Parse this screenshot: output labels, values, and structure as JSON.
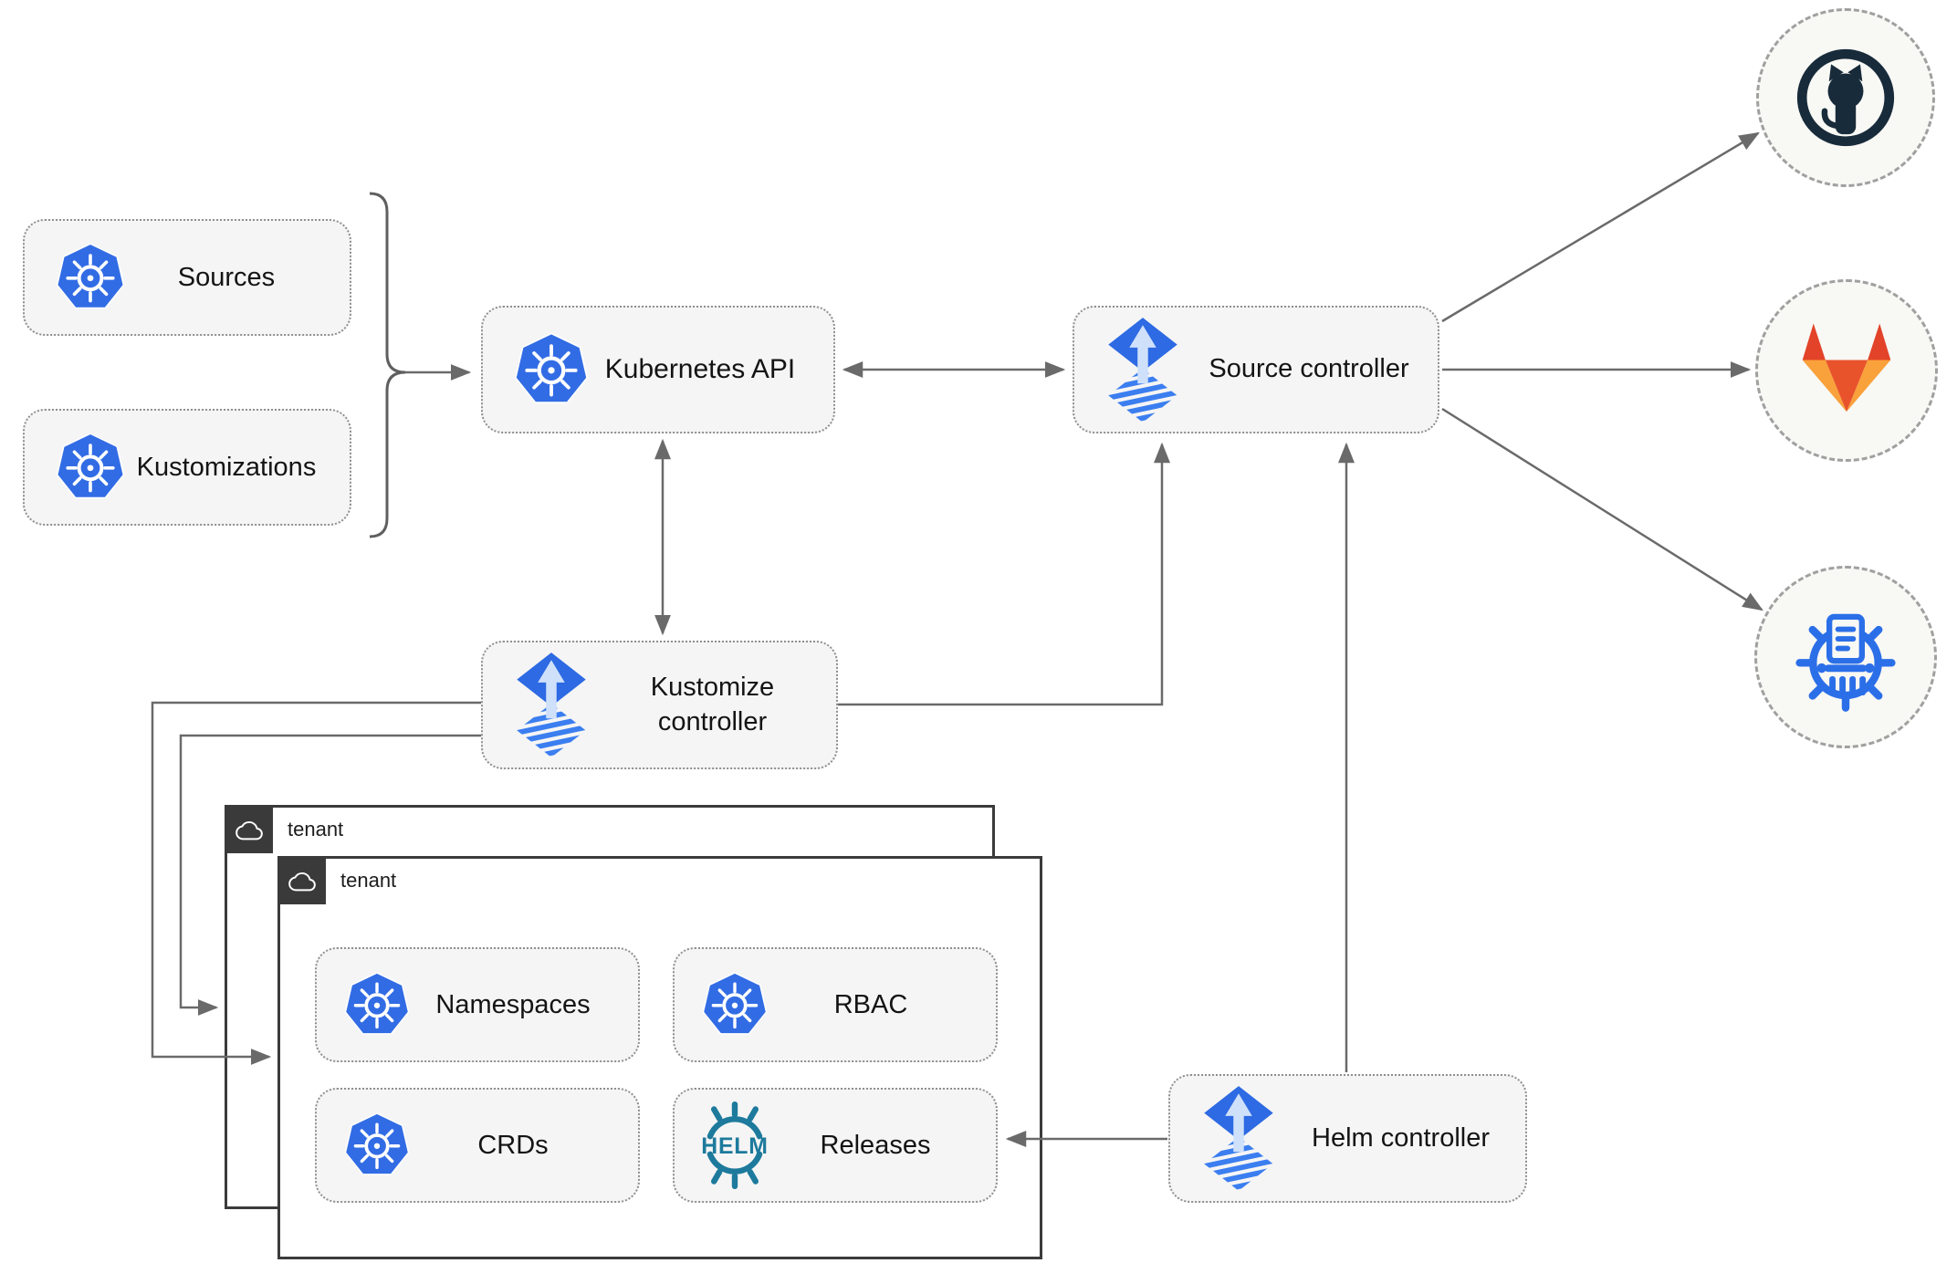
{
  "nodes": {
    "sources": {
      "label": "Sources",
      "icon": "kubernetes-icon"
    },
    "kustomizations": {
      "label": "Kustomizations",
      "icon": "kubernetes-icon"
    },
    "kubernetes_api": {
      "label": "Kubernetes API",
      "icon": "kubernetes-icon"
    },
    "source_controller": {
      "label": "Source controller",
      "icon": "flux-icon"
    },
    "kustomize_controller": {
      "label": "Kustomize controller",
      "icon": "flux-icon"
    },
    "helm_controller": {
      "label": "Helm controller",
      "icon": "flux-icon"
    },
    "github": {
      "icon": "github-icon"
    },
    "gitlab": {
      "icon": "gitlab-icon"
    },
    "chart_repository": {
      "icon": "chartmuseum-icon"
    }
  },
  "tenants": [
    {
      "label": "tenant",
      "icon": "cloud-icon"
    },
    {
      "label": "tenant",
      "icon": "cloud-icon"
    }
  ],
  "resources": {
    "namespaces": {
      "label": "Namespaces",
      "icon": "kubernetes-icon"
    },
    "rbac": {
      "label": "RBAC",
      "icon": "kubernetes-icon"
    },
    "crds": {
      "label": "CRDs",
      "icon": "kubernetes-icon"
    },
    "releases": {
      "label": "Releases",
      "icon": "helm-icon",
      "icon_text": "HELM"
    }
  },
  "edges": [
    {
      "from": "sources_and_kustomizations",
      "to": "kubernetes_api",
      "type": "arrow"
    },
    {
      "from": "kubernetes_api",
      "to": "source_controller",
      "type": "double-arrow"
    },
    {
      "from": "kubernetes_api",
      "to": "kustomize_controller",
      "type": "double-arrow"
    },
    {
      "from": "kustomize_controller",
      "to": "source_controller",
      "type": "arrow"
    },
    {
      "from": "kustomize_controller",
      "to": "tenant_outer",
      "type": "arrow"
    },
    {
      "from": "kustomize_controller",
      "to": "tenant_inner",
      "type": "arrow"
    },
    {
      "from": "helm_controller",
      "to": "source_controller",
      "type": "arrow"
    },
    {
      "from": "helm_controller",
      "to": "releases",
      "type": "arrow"
    },
    {
      "from": "source_controller",
      "to": "github",
      "type": "arrow"
    },
    {
      "from": "source_controller",
      "to": "gitlab",
      "type": "arrow"
    },
    {
      "from": "source_controller",
      "to": "chart_repository",
      "type": "arrow"
    }
  ],
  "colors": {
    "kubernetes_blue": "#326CE5",
    "flux_blue": "#2d6ae3",
    "flux_stripe_blue": "#3b7ef0",
    "flux_light": "#cfe0fb",
    "helm_teal": "#1d7a9c",
    "github_dark": "#182b3a",
    "gitlab_red": "#e24329",
    "gitlab_orange": "#e8532c",
    "gitlab_light_orange": "#f9a13a",
    "chartmuseum_blue": "#2b6fe8",
    "arrow_gray": "#6a6a6a",
    "node_fill": "#f5f5f5",
    "node_border": "#8f8f8f",
    "tenant_border": "#3b3b3b"
  }
}
